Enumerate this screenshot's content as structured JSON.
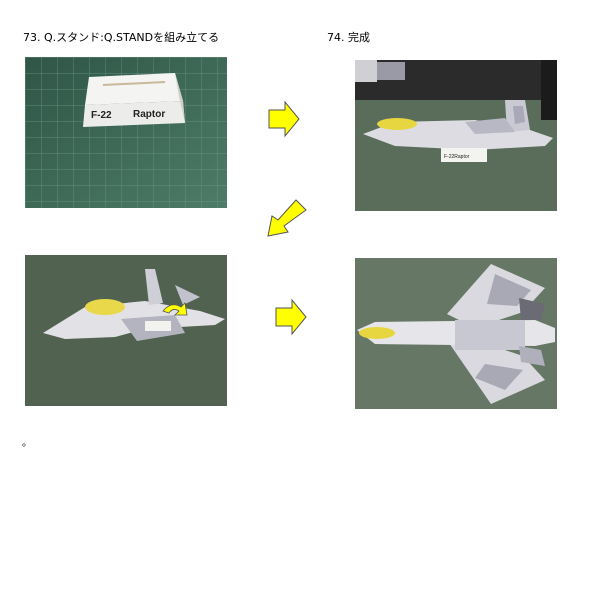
{
  "steps": [
    {
      "number": "73.",
      "title": "Q.スタンド:Q.STANDを組み立てる"
    },
    {
      "number": "74.",
      "title": "完成"
    }
  ],
  "photos": {
    "stand": {
      "label_model": "F-22",
      "label_name": "Raptor"
    },
    "side_decal": "F-22Raptor"
  },
  "note": "。",
  "colors": {
    "arrow_fill": "#ffff00",
    "arrow_stroke": "#555555",
    "mat": "#3f6a58"
  }
}
